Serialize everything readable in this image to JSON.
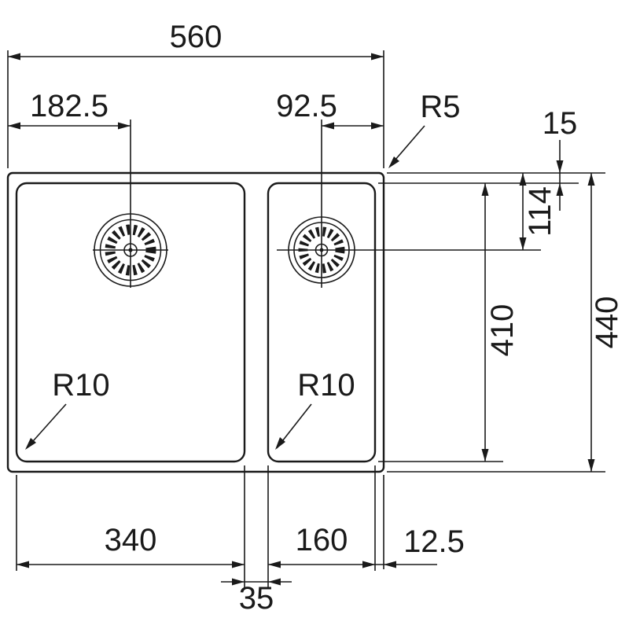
{
  "drawing": {
    "background": "#ffffff",
    "line_color": "#1a1a1a",
    "labels": {
      "overall_width": "560",
      "left_drain_from_left_edge": "182.5",
      "right_drain_from_right_edge": "92.5",
      "rim_corner_radius": "R5",
      "rim_to_bowl_top": "15",
      "rim_to_drain_center": "114",
      "bowl_length": "410",
      "overall_depth": "440",
      "left_bowl_corner_radius": "R10",
      "right_bowl_corner_radius": "R10",
      "left_bowl_width": "340",
      "right_bowl_width": "160",
      "divider_width": "35",
      "right_margin": "12.5"
    }
  }
}
